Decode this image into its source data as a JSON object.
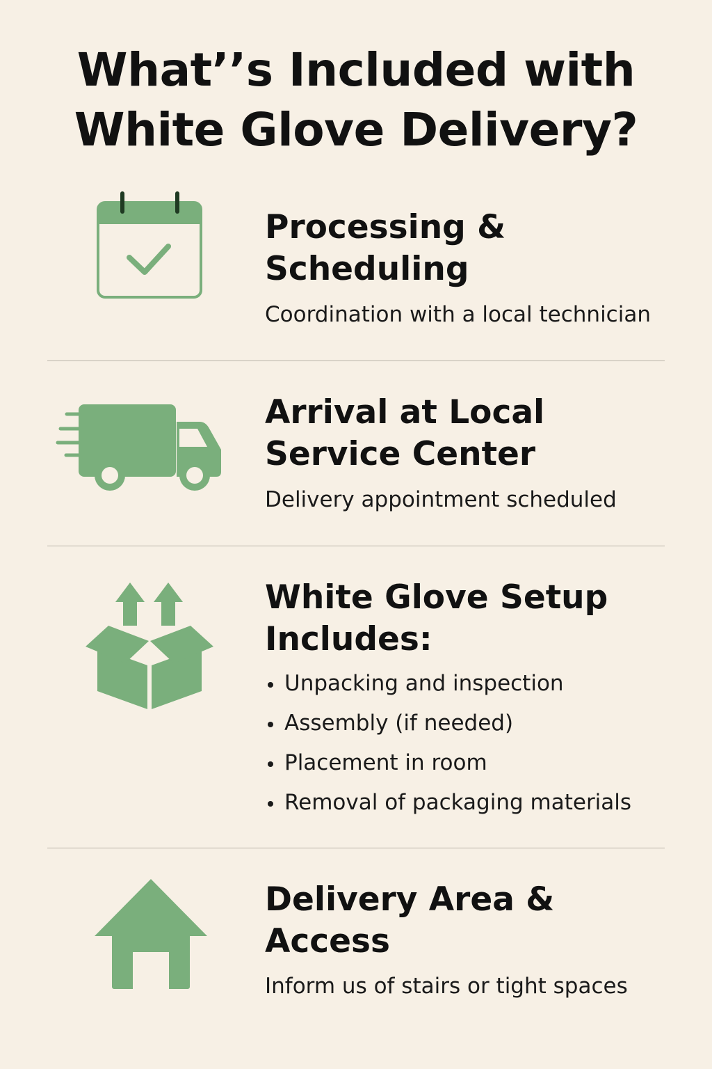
{
  "title": {
    "line1": "What’’s Included with",
    "line2": "White Glove Delivery?"
  },
  "accent_color": "#7aaf7c",
  "sections": [
    {
      "icon": "calendar-check-icon",
      "heading_line1": "Processing &",
      "heading_line2": "Scheduling",
      "description": "Coordination with a local technician"
    },
    {
      "icon": "delivery-truck-icon",
      "heading_line1": "Arrival at Local",
      "heading_line2": "Service Center",
      "description": "Delivery appointment scheduled"
    },
    {
      "icon": "open-box-icon",
      "heading_line1": "White Glove Setup",
      "heading_line2": "Includes:",
      "bullets": [
        "Unpacking and inspection",
        "Assembly (if needed)",
        "Placement in room",
        "Removal of packaging materials"
      ]
    },
    {
      "icon": "house-icon",
      "heading_line1": "Delivery Area &",
      "heading_line2": "Access",
      "description": "Inform us of stairs or tight spaces"
    }
  ]
}
